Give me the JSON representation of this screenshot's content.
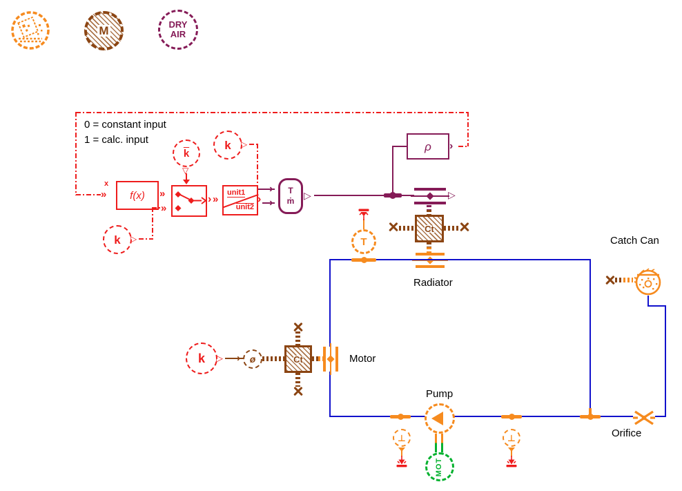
{
  "palette": {
    "orange": "#F68B1F",
    "brown": "#8B4513",
    "red": "#EE1C1C",
    "purple": "#851B57",
    "blue": "#1111CC",
    "green": "#03B12E",
    "ink": "#000000"
  },
  "icons": {
    "output_port_right": "▷",
    "output_port_down": "▽",
    "signal_arrow_double": "»",
    "signal_arrow_single": "›"
  },
  "fluids": {
    "motor_material": {
      "label": "M"
    },
    "dry_air": {
      "line1": "DRY",
      "line2": "AIR"
    }
  },
  "note": {
    "line1": "0 = constant input",
    "line2": "1 = calc. input"
  },
  "controller": {
    "mode_constant": "k",
    "temperature_constant": "k",
    "flow_constant": "k",
    "function_label": "f(x)",
    "function_input": "x",
    "unit_top": "unit1",
    "unit_bottom": "unit2"
  },
  "air_source": {
    "temperature": "T",
    "mass_flow": "ṁ"
  },
  "density_sensor": {
    "label": "ρ"
  },
  "radiator": {
    "label": "Radiator",
    "core": "Ct",
    "temperature_sensor": "T"
  },
  "motor": {
    "label": "Motor",
    "core": "Ct",
    "heat_constant": "k",
    "heat_flux": "ø"
  },
  "pump": {
    "label": "Pump",
    "prime_mover": "MOT"
  },
  "pressure_nodes": {
    "left": "⊥",
    "right": "⊥"
  },
  "orifice": {
    "label": "Orifice"
  },
  "catch_can": {
    "label": "Catch Can"
  }
}
